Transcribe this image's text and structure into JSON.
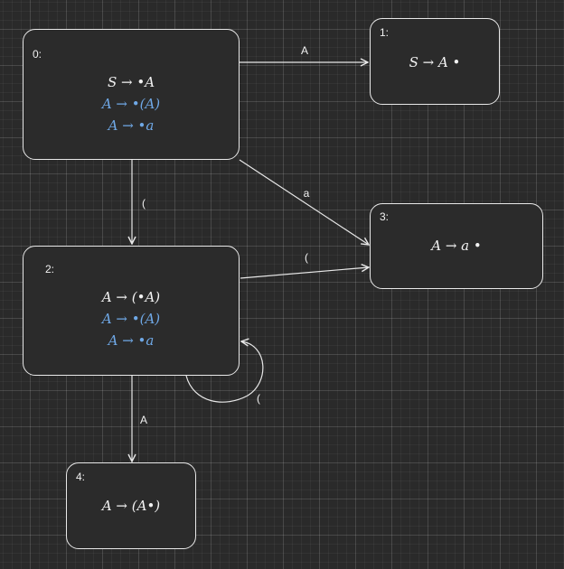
{
  "diagram": {
    "colors": {
      "background": "#2a2a2a",
      "node_border": "#e8e8e8",
      "text": "#f2f2f2",
      "closure_item": "#6fa8e6",
      "edge": "#e8e8e8"
    },
    "nodes": [
      {
        "id": "0:",
        "items": [
          {
            "text": "S → •A",
            "closure": false
          },
          {
            "text": "A → •(A)",
            "closure": true
          },
          {
            "text": "A → •a",
            "closure": true
          }
        ]
      },
      {
        "id": "1:",
        "items": [
          {
            "text": "S → A •",
            "closure": false
          }
        ]
      },
      {
        "id": "2:",
        "items": [
          {
            "text": "A → (•A)",
            "closure": false
          },
          {
            "text": "A → •(A)",
            "closure": true
          },
          {
            "text": "A → •a",
            "closure": true
          }
        ]
      },
      {
        "id": "3:",
        "items": [
          {
            "text": "A → a •",
            "closure": false
          }
        ]
      },
      {
        "id": "4:",
        "items": [
          {
            "text": "A → (A•)",
            "closure": false
          }
        ]
      }
    ],
    "edges": [
      {
        "from": "0:",
        "to": "1:",
        "label": "A"
      },
      {
        "from": "0:",
        "to": "2:",
        "label": "("
      },
      {
        "from": "0:",
        "to": "3:",
        "label": "a"
      },
      {
        "from": "2:",
        "to": "3:",
        "label": "("
      },
      {
        "from": "2:",
        "to": "2:",
        "label": "("
      },
      {
        "from": "2:",
        "to": "4:",
        "label": "A"
      }
    ]
  }
}
